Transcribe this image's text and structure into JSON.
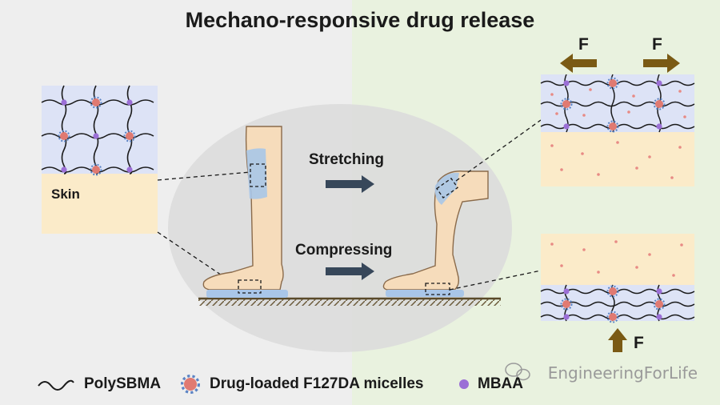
{
  "title": "Mechano-responsive drug release",
  "labels": {
    "skin": "Skin",
    "stretching": "Stretching",
    "compressing": "Compressing",
    "force_left": "F",
    "force_right": "F",
    "force_bottom": "F"
  },
  "legend": {
    "polymer": "PolySBMA",
    "micelle": "Drug-loaded F127DA micelles",
    "crosslinker": "MBAA"
  },
  "watermark": "EngineeringForLife",
  "colors": {
    "left_bg": "#eeeeee",
    "right_bg": "#e9f2df",
    "hydrogel": "#dde3f6",
    "skin_layer": "#fbebc9",
    "leg": "#f6dcbb",
    "patch": "#a9c6e8",
    "micelle": "#e07a72",
    "micelle_corona": "#5b83c4",
    "crosslinker": "#9b6fd6",
    "arrow_process": "#37475a",
    "arrow_force": "#7a5a14",
    "ground": "#5a4a2a"
  }
}
